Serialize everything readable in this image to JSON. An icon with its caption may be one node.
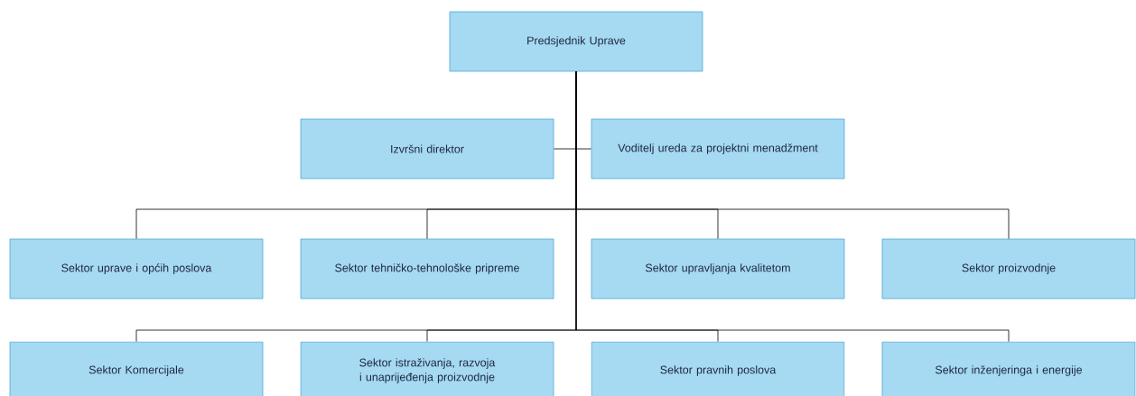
{
  "diagram": {
    "nodes": [
      {
        "text": [
          "Predsjednik Uprave"
        ]
      },
      {
        "text": [
          "Izvršni direktor"
        ]
      },
      {
        "text": [
          "Voditelj ureda za projektni menadžment"
        ]
      },
      {
        "text": [
          "Sektor uprave i općih poslova"
        ]
      },
      {
        "text": [
          "Sektor tehničko-tehnološke pripreme"
        ]
      },
      {
        "text": [
          "Sektor upravljanja kvalitetom"
        ]
      },
      {
        "text": [
          "Sektor proizvodnje"
        ]
      },
      {
        "text": [
          "Sektor Komercijale"
        ]
      },
      {
        "text": [
          "Sektor istraživanja, razvoja i unaprijeđenja proizvodnje"
        ]
      },
      {
        "text": [
          "Sektor pravnih poslova"
        ]
      },
      {
        "text": [
          "Sektor inženjeringa i energije"
        ]
      }
    ],
    "edges": [
      {
        "from": 0,
        "to": 1,
        "arrow": "none"
      },
      {
        "from": 0,
        "to": 2,
        "arrow": "none"
      },
      {
        "from": 0,
        "to": 3,
        "arrow": "none"
      },
      {
        "from": 0,
        "to": 4,
        "arrow": "none"
      },
      {
        "from": 0,
        "to": 5,
        "arrow": "none"
      },
      {
        "from": 0,
        "to": 6,
        "arrow": "none"
      },
      {
        "from": 0,
        "to": 7,
        "arrow": "none"
      },
      {
        "from": 0,
        "to": 8,
        "arrow": "none"
      },
      {
        "from": 0,
        "to": 9,
        "arrow": "none"
      },
      {
        "from": 0,
        "to": 10,
        "arrow": "none"
      }
    ]
  }
}
